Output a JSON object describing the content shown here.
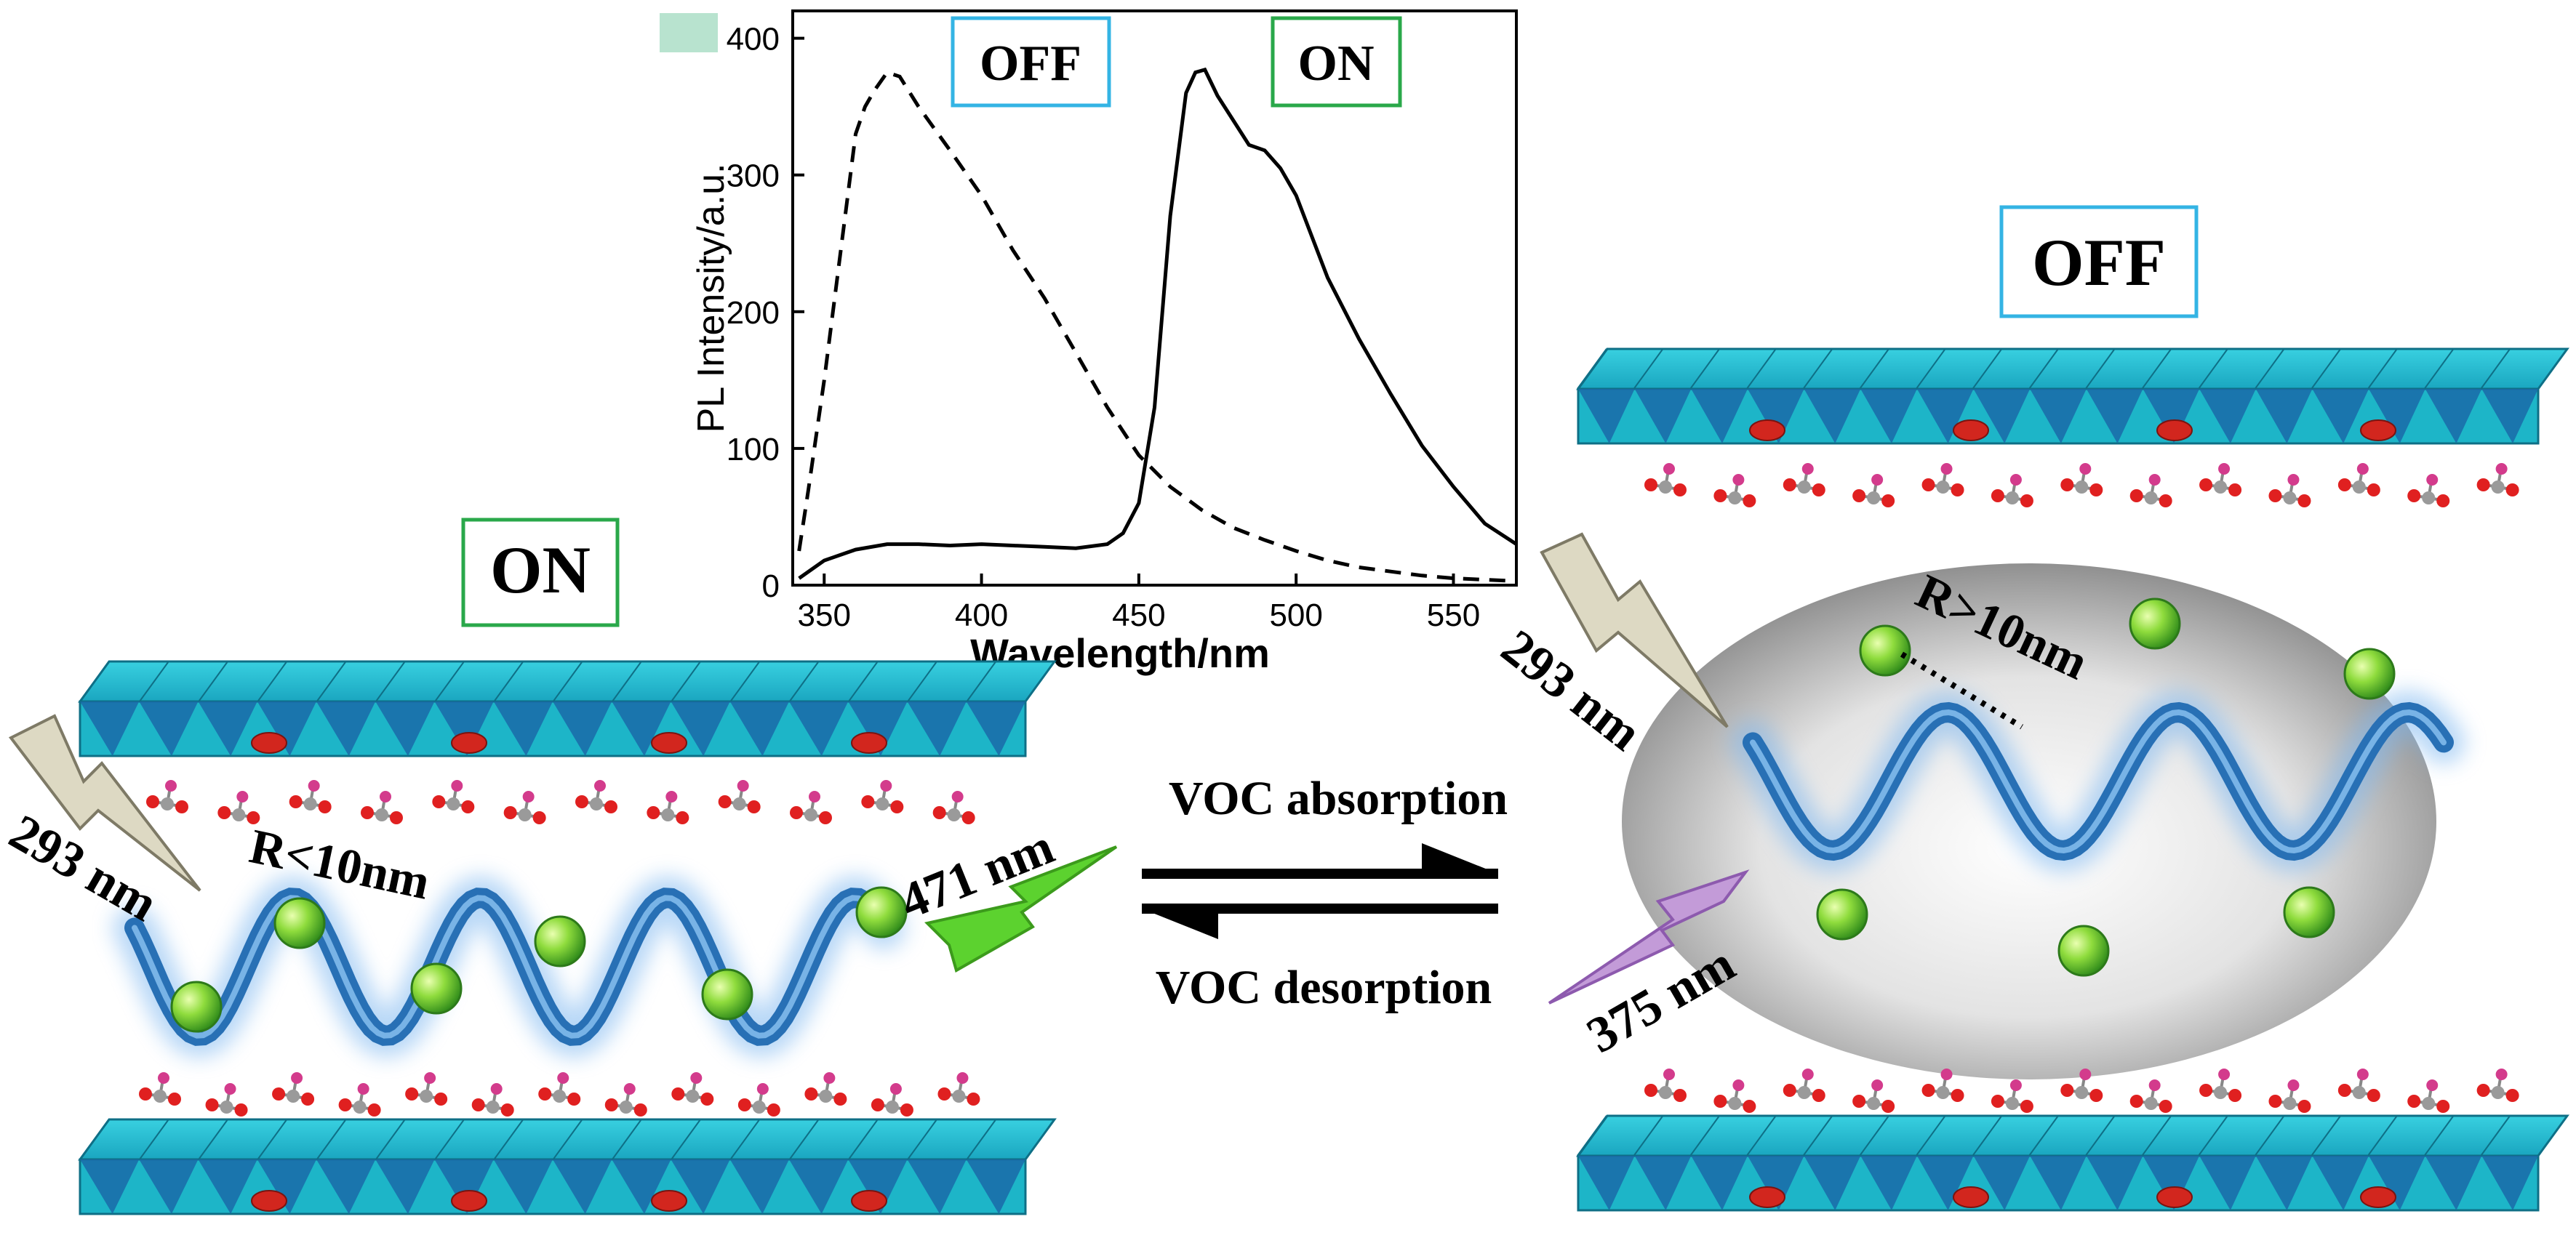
{
  "chart_data": {
    "type": "line",
    "xlabel": "Wavelength/nm",
    "ylabel": "PL Intensity/a.u.",
    "xlim": [
      340,
      570
    ],
    "ylim": [
      0,
      420
    ],
    "x_ticks": [
      "350",
      "400",
      "450",
      "500",
      "550"
    ],
    "y_ticks": [
      "0",
      "100",
      "200",
      "300",
      "400"
    ],
    "series": [
      {
        "name": "OFF",
        "style": "dashed",
        "x": [
          342,
          345,
          350,
          355,
          360,
          363,
          366,
          370,
          374,
          380,
          390,
          400,
          410,
          420,
          430,
          440,
          450,
          460,
          470,
          480,
          490,
          500,
          510,
          520,
          530,
          540,
          550,
          560,
          570
        ],
        "y": [
          25,
          70,
          150,
          240,
          330,
          350,
          362,
          375,
          372,
          350,
          318,
          285,
          245,
          210,
          170,
          130,
          95,
          72,
          55,
          42,
          33,
          25,
          18,
          13,
          10,
          7,
          5,
          4,
          3
        ]
      },
      {
        "name": "ON",
        "style": "solid",
        "x": [
          342,
          350,
          360,
          370,
          380,
          390,
          400,
          410,
          420,
          430,
          440,
          445,
          450,
          455,
          460,
          465,
          468,
          471,
          475,
          480,
          485,
          490,
          495,
          500,
          505,
          510,
          520,
          530,
          540,
          550,
          560,
          570
        ],
        "y": [
          5,
          18,
          26,
          30,
          30,
          29,
          30,
          29,
          28,
          27,
          30,
          38,
          60,
          130,
          270,
          360,
          375,
          377,
          358,
          340,
          322,
          318,
          305,
          285,
          255,
          225,
          180,
          140,
          102,
          72,
          45,
          30
        ]
      }
    ],
    "legend_box_color": "#b8e3cf"
  },
  "labels": {
    "off_top": "OFF",
    "on_top": "ON",
    "on_left": "ON",
    "off_right": "OFF",
    "r_small": "R<10nm",
    "r_large": "R>10nm",
    "nm293_left": "293 nm",
    "nm293_right": "293 nm",
    "nm471": "471 nm",
    "nm375": "375 nm",
    "voc_abs": "VOC absorption",
    "voc_des": "VOC desorption"
  },
  "colors": {
    "layer_cyan": "#1fb6c9",
    "layer_blue": "#1a6aa8",
    "ball_green": "#7fd43a",
    "polymer_blue": "#2870b5",
    "off_box": "#34b4e4",
    "on_box": "#2aa84a",
    "ellipse_gray": "#a5a5a5"
  },
  "icons": {
    "light_bolt": "lightning-bolt-icon",
    "double_arrow": "equilibrium-arrow-icon"
  }
}
